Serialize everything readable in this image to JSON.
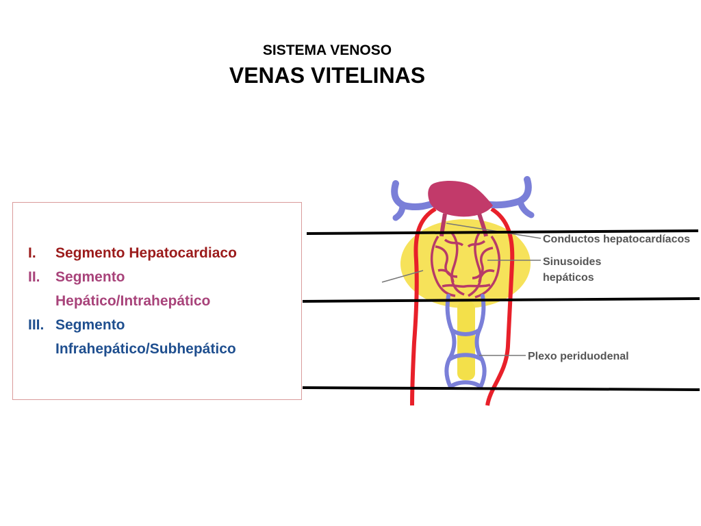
{
  "title": {
    "subtitle": "SISTEMA VENOSO",
    "main": "VENAS VITELINAS"
  },
  "segments": [
    {
      "numeral": "I.",
      "line1": "Segmento Hepatocardiaco",
      "line2": "",
      "color": "#9b1b1b"
    },
    {
      "numeral": "II.",
      "line1": "Segmento",
      "line2": "Hepático/Intrahepático",
      "color": "#a8437a"
    },
    {
      "numeral": "III.",
      "line1": "Segmento",
      "line2": "Infrahepático/Subhepático",
      "color": "#1f4f8f"
    }
  ],
  "diagram": {
    "labels": {
      "conductos": "Conductos hepatocardíacos",
      "sinusoides_1": "Sinusoides",
      "sinusoides_2": "hepáticos",
      "plexo": "Plexo periduodenal"
    },
    "colors": {
      "vein_red": "#e8202a",
      "vein_blue": "#7a7fd8",
      "heart": "#c23a6a",
      "liver": "#f6e25a",
      "sinusoid": "#b73a68",
      "duodenum": "#f3e04a"
    }
  }
}
